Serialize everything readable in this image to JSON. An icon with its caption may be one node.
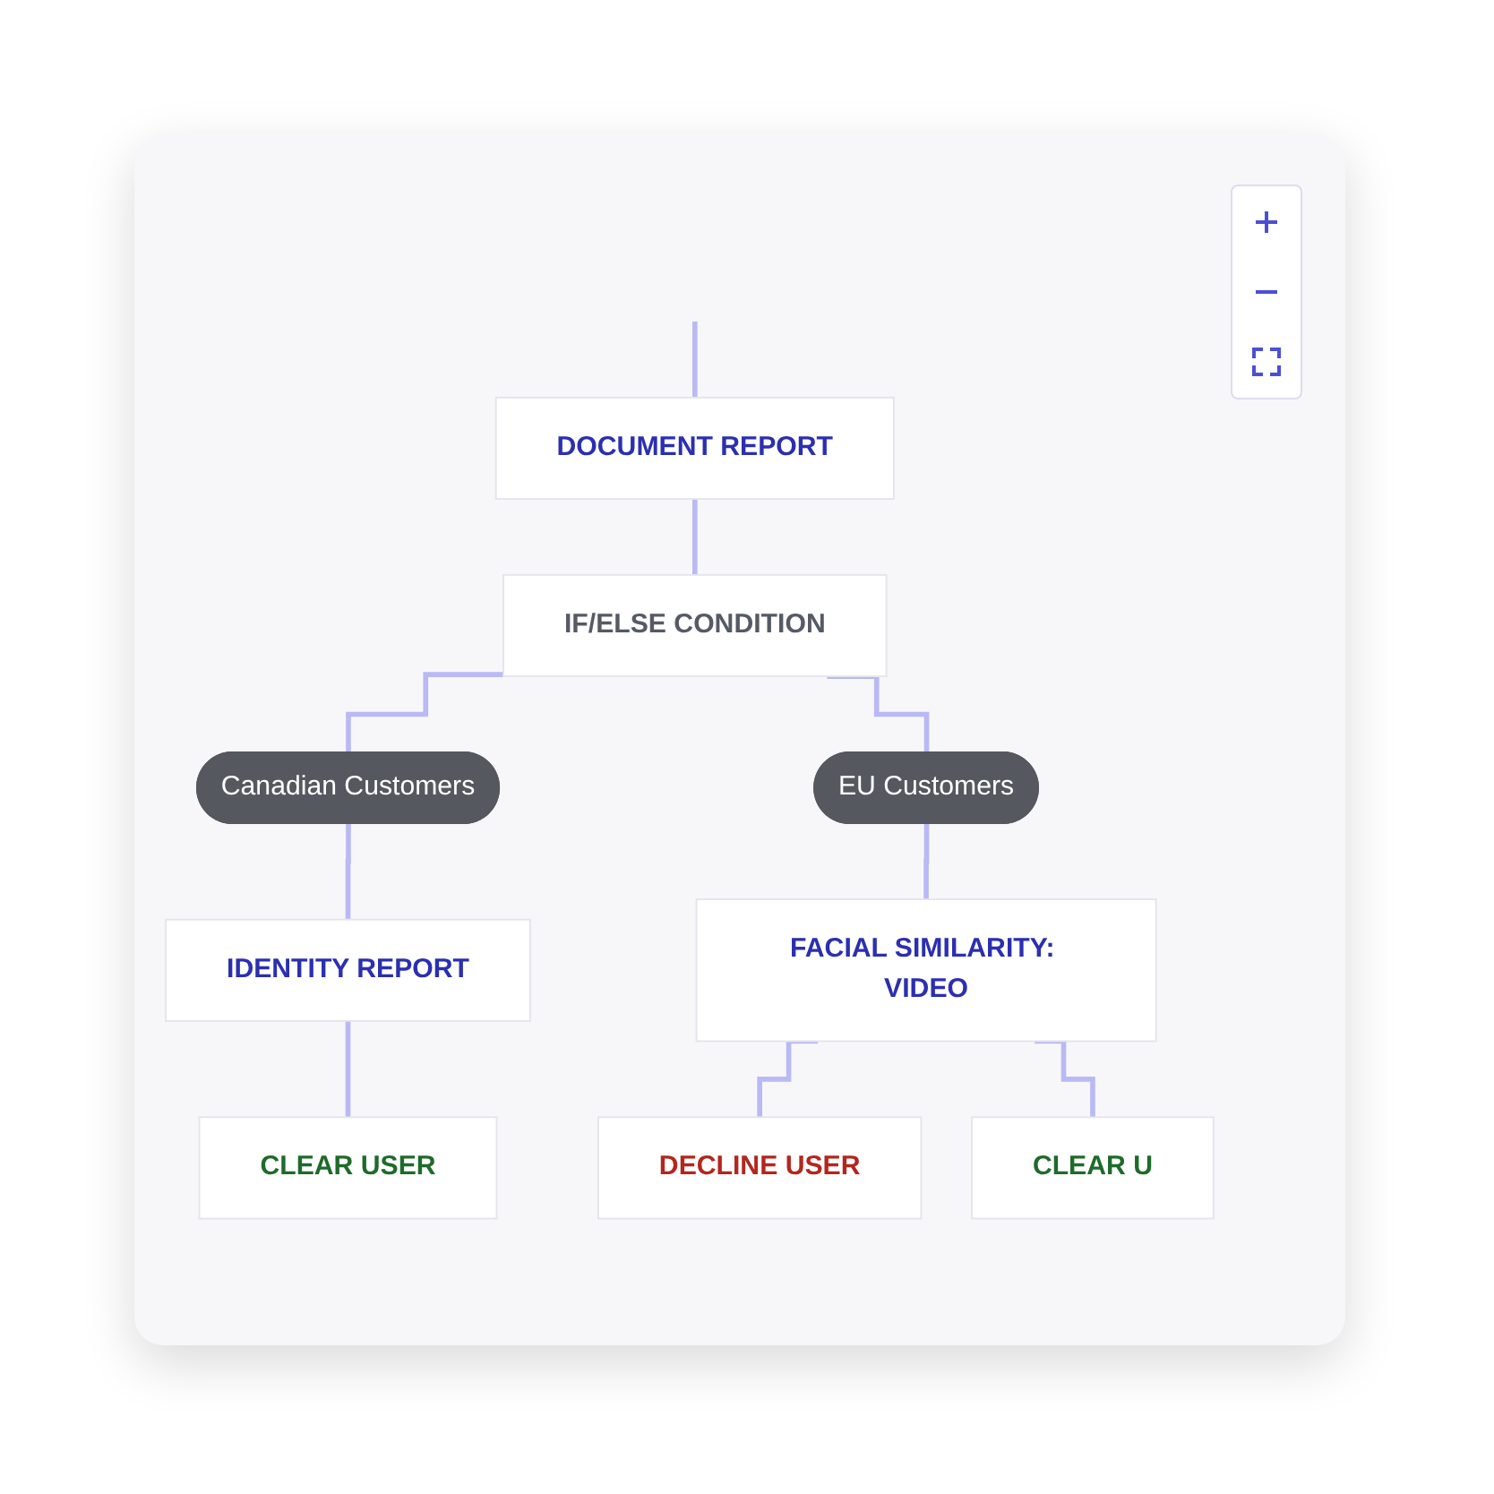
{
  "diagram": {
    "nodes": [
      {
        "text": [
          "DOCUMENT REPORT"
        ]
      },
      {
        "text": [
          "IF/ELSE CONDITION"
        ]
      },
      {
        "text": [
          "Canadian Customers"
        ]
      },
      {
        "text": [
          "EU Customers"
        ]
      },
      {
        "text": [
          "IDENTITY REPORT"
        ]
      },
      {
        "text": [
          "FACIAL SIMILARITY: VIDEO"
        ]
      },
      {
        "text": [
          "CLEAR USER"
        ]
      },
      {
        "text": [
          "DECLINE USER"
        ]
      },
      {
        "text": [
          "CLEAR U"
        ]
      }
    ],
    "edges": [
      {
        "from": null,
        "to": 0,
        "arrow": "none"
      },
      {
        "from": 0,
        "to": 1,
        "arrow": "none"
      },
      {
        "from": 1,
        "to": 2,
        "arrow": "none"
      },
      {
        "from": 1,
        "to": 3,
        "arrow": "none"
      },
      {
        "from": 2,
        "to": 4,
        "arrow": "none"
      },
      {
        "from": 3,
        "to": 5,
        "arrow": "none"
      },
      {
        "from": 4,
        "to": 6,
        "arrow": "none"
      },
      {
        "from": 5,
        "to": 7,
        "arrow": "none"
      },
      {
        "from": 5,
        "to": 8,
        "arrow": "none"
      }
    ]
  }
}
